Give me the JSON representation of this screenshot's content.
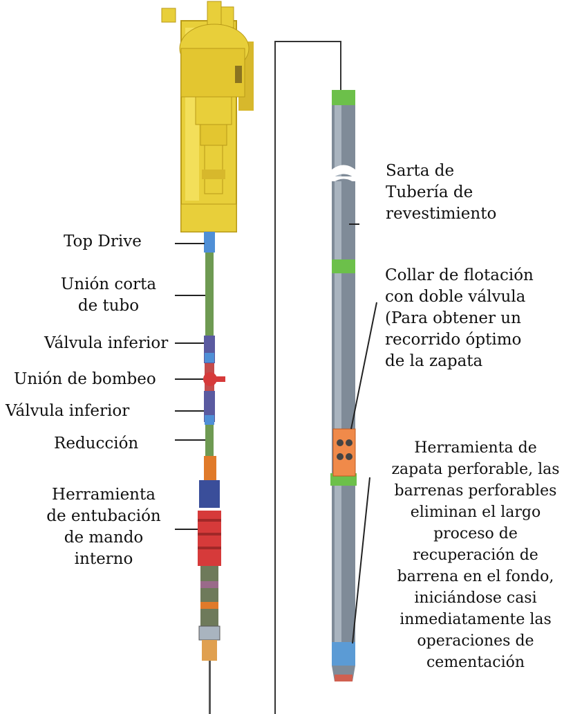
{
  "left_labels": {
    "top_drive": "Top Drive",
    "union_corta": [
      "Unión corta",
      "de tubo"
    ],
    "valvula_inferior_1": "Válvula inferior",
    "union_bombeo": "Unión de bombeo",
    "valvula_inferior_2": "Válvula inferior",
    "reduccion": "Reducción",
    "herramienta_entubacion": [
      "Herramienta",
      "de entubación",
      "de mando",
      "interno"
    ]
  },
  "right_labels": {
    "sarta": [
      "Sarta de",
      "Tubería de",
      "revestimiento"
    ],
    "collar": [
      "Collar de flotación",
      "con doble válvula",
      "(Para obtener un",
      "recorrido óptimo",
      "de la zapata"
    ],
    "herramienta_zapata": [
      "Herramienta de",
      "zapata perforable, las",
      "barrenas perforables",
      "eliminan el largo",
      "proceso de",
      "recuperación de",
      "barrena en el fondo,",
      "iniciándose casi",
      "inmediatamente las",
      "operaciones de",
      "cementación"
    ]
  },
  "colors": {
    "top_drive": "#e8cf3a",
    "top_drive_dark": "#b89a18",
    "pipe_green": "#6e9a52",
    "valve_blue": "#4f8fd6",
    "valve_purple": "#5a5aa0",
    "pump_red": "#d63a3a",
    "reduction_orange": "#e07a2a",
    "casing_gray": "#7f8b98",
    "casing_light": "#a9b4bf",
    "band_green": "#6cc04a",
    "shoe_blue": "#5b9bd5",
    "float_orange": "#f08a4a"
  }
}
